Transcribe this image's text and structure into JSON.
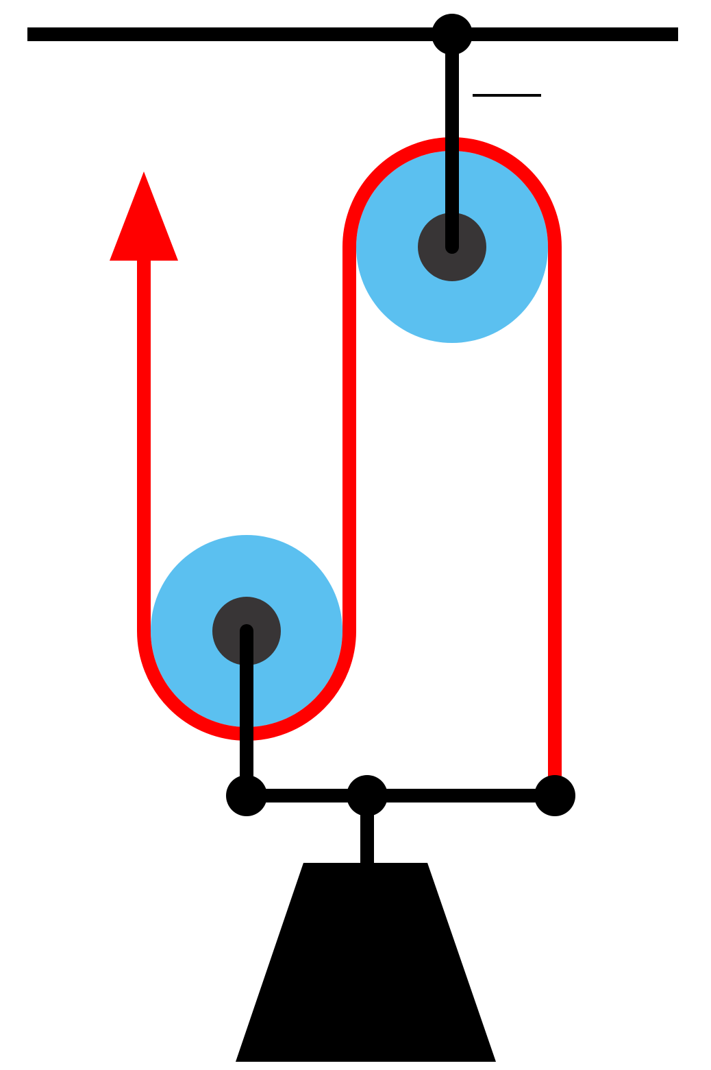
{
  "diagram": {
    "type": "pulley-system",
    "colors": {
      "background": "#ffffff",
      "structure": "#000000",
      "rope": "#ff0000",
      "pulley_wheel": "#5bc0f0",
      "pulley_hub": "#383536",
      "weight": "#000000",
      "arrow": "#ff0000"
    },
    "components": {
      "ceiling": "ceiling-beam",
      "fixed_pulley": "fixed-pulley-top",
      "movable_pulley": "movable-pulley-bottom",
      "rope": "rope",
      "pull_arrow": "pull-direction-arrow",
      "spreader_bar": "load-bar",
      "weight": "hanging-weight"
    },
    "pull_direction": "up",
    "rope_segments_supporting_load": 3
  }
}
